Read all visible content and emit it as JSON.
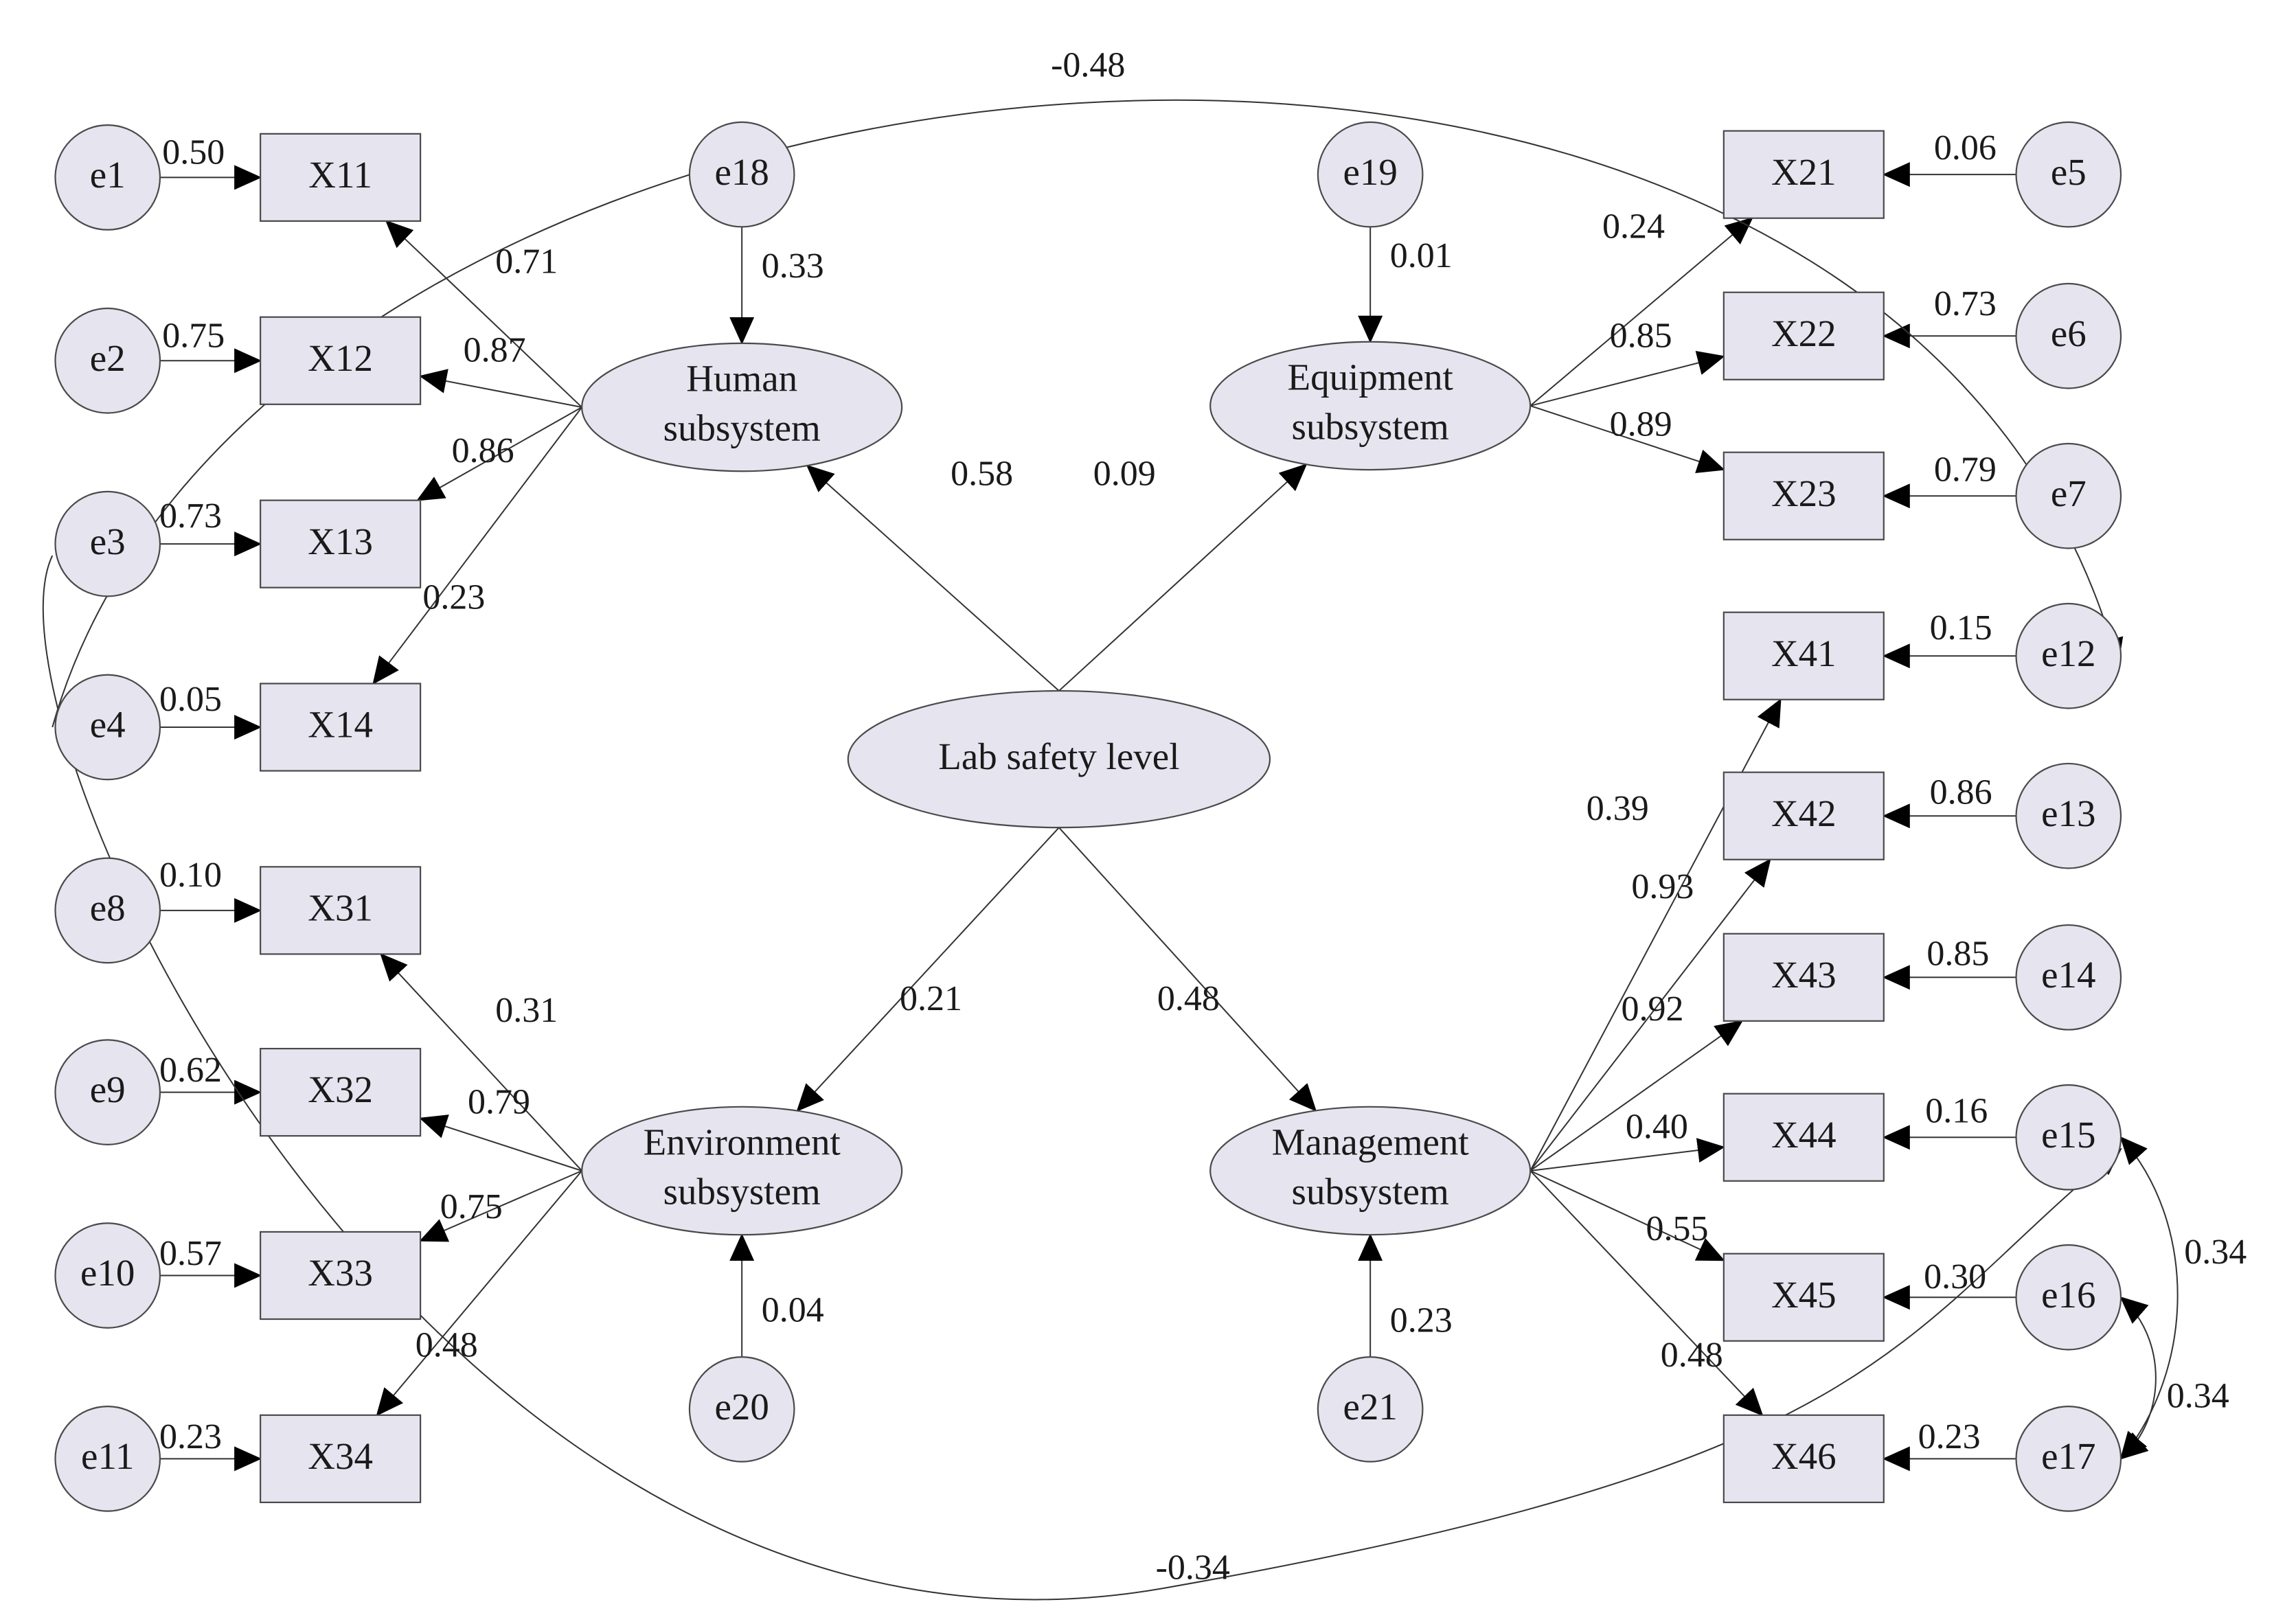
{
  "diagram": {
    "nodes": [
      {
        "id": "e1",
        "label": "e1",
        "shape": "circle"
      },
      {
        "id": "e2",
        "label": "e2",
        "shape": "circle"
      },
      {
        "id": "e3",
        "label": "e3",
        "shape": "circle"
      },
      {
        "id": "e4",
        "label": "e4",
        "shape": "circle"
      },
      {
        "id": "e8",
        "label": "e8",
        "shape": "circle"
      },
      {
        "id": "e9",
        "label": "e9",
        "shape": "circle"
      },
      {
        "id": "e10",
        "label": "e10",
        "shape": "circle"
      },
      {
        "id": "e11",
        "label": "e11",
        "shape": "circle"
      },
      {
        "id": "X11",
        "label": "X11",
        "shape": "rect"
      },
      {
        "id": "X12",
        "label": "X12",
        "shape": "rect"
      },
      {
        "id": "X13",
        "label": "X13",
        "shape": "rect"
      },
      {
        "id": "X14",
        "label": "X14",
        "shape": "rect"
      },
      {
        "id": "X31",
        "label": "X31",
        "shape": "rect"
      },
      {
        "id": "X32",
        "label": "X32",
        "shape": "rect"
      },
      {
        "id": "X33",
        "label": "X33",
        "shape": "rect"
      },
      {
        "id": "X34",
        "label": "X34",
        "shape": "rect"
      },
      {
        "id": "e18",
        "label": "e18",
        "shape": "circle"
      },
      {
        "id": "e19",
        "label": "e19",
        "shape": "circle"
      },
      {
        "id": "e20",
        "label": "e20",
        "shape": "circle"
      },
      {
        "id": "e21",
        "label": "e21",
        "shape": "circle"
      },
      {
        "id": "human",
        "label": [
          "Human",
          "subsystem"
        ],
        "shape": "ellipse"
      },
      {
        "id": "equipment",
        "label": [
          "Equipment",
          "subsystem"
        ],
        "shape": "ellipse"
      },
      {
        "id": "environment",
        "label": [
          "Environment",
          "subsystem"
        ],
        "shape": "ellipse"
      },
      {
        "id": "management",
        "label": [
          "Management",
          "subsystem"
        ],
        "shape": "ellipse"
      },
      {
        "id": "lab",
        "label": "Lab safety level",
        "shape": "ellipse"
      },
      {
        "id": "X21",
        "label": "X21",
        "shape": "rect"
      },
      {
        "id": "X22",
        "label": "X22",
        "shape": "rect"
      },
      {
        "id": "X23",
        "label": "X23",
        "shape": "rect"
      },
      {
        "id": "X41",
        "label": "X41",
        "shape": "rect"
      },
      {
        "id": "X42",
        "label": "X42",
        "shape": "rect"
      },
      {
        "id": "X43",
        "label": "X43",
        "shape": "rect"
      },
      {
        "id": "X44",
        "label": "X44",
        "shape": "rect"
      },
      {
        "id": "X45",
        "label": "X45",
        "shape": "rect"
      },
      {
        "id": "X46",
        "label": "X46",
        "shape": "rect"
      },
      {
        "id": "e5",
        "label": "e5",
        "shape": "circle"
      },
      {
        "id": "e6",
        "label": "e6",
        "shape": "circle"
      },
      {
        "id": "e7",
        "label": "e7",
        "shape": "circle"
      },
      {
        "id": "e12",
        "label": "e12",
        "shape": "circle"
      },
      {
        "id": "e13",
        "label": "e13",
        "shape": "circle"
      },
      {
        "id": "e14",
        "label": "e14",
        "shape": "circle"
      },
      {
        "id": "e15",
        "label": "e15",
        "shape": "circle"
      },
      {
        "id": "e16",
        "label": "e16",
        "shape": "circle"
      },
      {
        "id": "e17",
        "label": "e17",
        "shape": "circle"
      }
    ],
    "edges": [
      {
        "from": "e1",
        "to": "X11",
        "label": "0.50"
      },
      {
        "from": "e2",
        "to": "X12",
        "label": "0.75"
      },
      {
        "from": "e3",
        "to": "X13",
        "label": "0.73"
      },
      {
        "from": "e4",
        "to": "X14",
        "label": "0.05"
      },
      {
        "from": "e8",
        "to": "X31",
        "label": "0.10"
      },
      {
        "from": "e9",
        "to": "X32",
        "label": "0.62"
      },
      {
        "from": "e10",
        "to": "X33",
        "label": "0.57"
      },
      {
        "from": "e11",
        "to": "X34",
        "label": "0.23"
      },
      {
        "from": "human",
        "to": "X11",
        "label": "0.71"
      },
      {
        "from": "human",
        "to": "X12",
        "label": "0.87"
      },
      {
        "from": "human",
        "to": "X13",
        "label": "0.86"
      },
      {
        "from": "human",
        "to": "X14",
        "label": "0.23"
      },
      {
        "from": "environment",
        "to": "X31",
        "label": "0.31"
      },
      {
        "from": "environment",
        "to": "X32",
        "label": "0.79"
      },
      {
        "from": "environment",
        "to": "X33",
        "label": "0.75"
      },
      {
        "from": "environment",
        "to": "X34",
        "label": "0.48"
      },
      {
        "from": "e18",
        "to": "human",
        "label": "0.33"
      },
      {
        "from": "e19",
        "to": "equipment",
        "label": "0.01"
      },
      {
        "from": "e20",
        "to": "environment",
        "label": "0.04"
      },
      {
        "from": "e21",
        "to": "management",
        "label": "0.23"
      },
      {
        "from": "lab",
        "to": "human",
        "label": "0.58"
      },
      {
        "from": "lab",
        "to": "equipment",
        "label": "0.09"
      },
      {
        "from": "lab",
        "to": "environment",
        "label": "0.21"
      },
      {
        "from": "lab",
        "to": "management",
        "label": "0.48"
      },
      {
        "from": "equipment",
        "to": "X21",
        "label": "0.24"
      },
      {
        "from": "equipment",
        "to": "X22",
        "label": "0.85"
      },
      {
        "from": "equipment",
        "to": "X23",
        "label": "0.89"
      },
      {
        "from": "management",
        "to": "X41",
        "label": "0.39"
      },
      {
        "from": "management",
        "to": "X42",
        "label": "0.93"
      },
      {
        "from": "management",
        "to": "X43",
        "label": "0.92"
      },
      {
        "from": "management",
        "to": "X44",
        "label": "0.40"
      },
      {
        "from": "management",
        "to": "X45",
        "label": "0.55"
      },
      {
        "from": "management",
        "to": "X46",
        "label": "0.48"
      },
      {
        "from": "e5",
        "to": "X21",
        "label": "0.06"
      },
      {
        "from": "e6",
        "to": "X22",
        "label": "0.73"
      },
      {
        "from": "e7",
        "to": "X23",
        "label": "0.79"
      },
      {
        "from": "e12",
        "to": "X41",
        "label": "0.15"
      },
      {
        "from": "e13",
        "to": "X42",
        "label": "0.86"
      },
      {
        "from": "e14",
        "to": "X43",
        "label": "0.85"
      },
      {
        "from": "e15",
        "to": "X44",
        "label": "0.16"
      },
      {
        "from": "e16",
        "to": "X45",
        "label": "0.30"
      },
      {
        "from": "e17",
        "to": "X46",
        "label": "0.23"
      },
      {
        "from": "e4",
        "to": "e12",
        "label": "-0.48",
        "type": "covariance"
      },
      {
        "from": "e3",
        "to": "e15",
        "label": "-0.34",
        "type": "covariance"
      },
      {
        "from": "e15",
        "to": "e17",
        "label": "0.34",
        "type": "covariance"
      },
      {
        "from": "e16",
        "to": "e17",
        "label": "0.34",
        "type": "covariance"
      }
    ]
  }
}
